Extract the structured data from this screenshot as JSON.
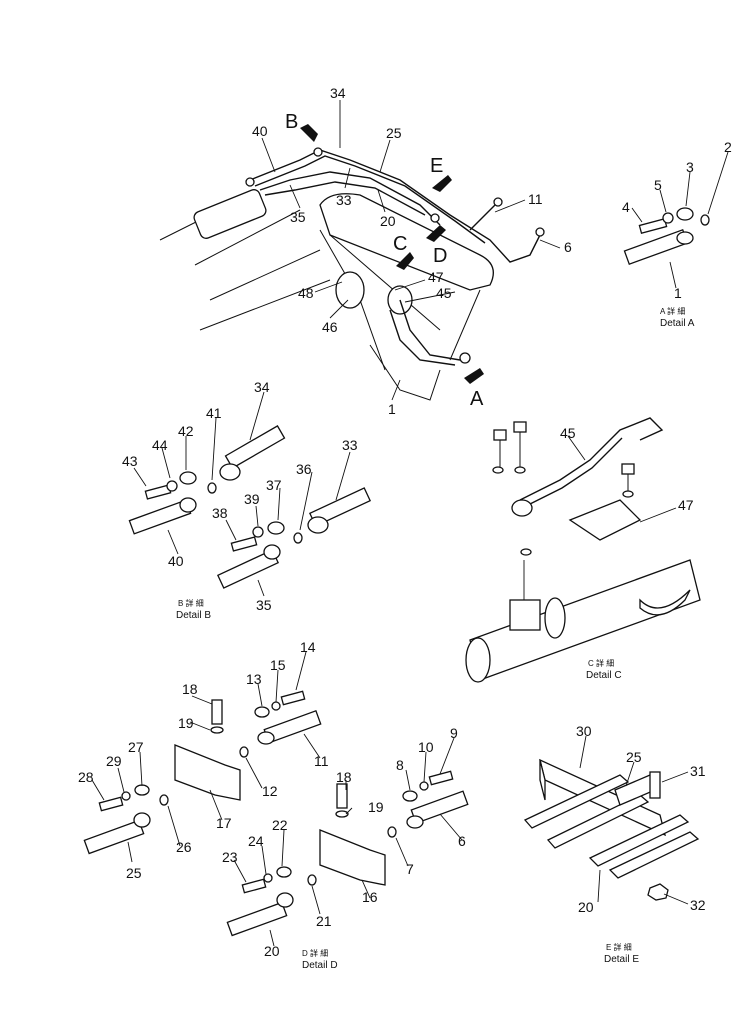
{
  "detail_labels": {
    "A": {
      "kanji": "A 詳 細",
      "en": "Detail A"
    },
    "B": {
      "kanji": "B 詳 細",
      "en": "Detail B"
    },
    "C": {
      "kanji": "C 詳 細",
      "en": "Detail C"
    },
    "D": {
      "kanji": "D 詳 細",
      "en": "Detail D"
    },
    "E": {
      "kanji": "E 詳 細",
      "en": "Detail E"
    }
  },
  "view_letters": [
    "A",
    "B",
    "C",
    "D",
    "E"
  ],
  "callouts": [
    "34",
    "40",
    "25",
    "33",
    "35",
    "20",
    "11",
    "6",
    "45",
    "47",
    "48",
    "46",
    "1",
    "4",
    "5",
    "3",
    "2",
    "1",
    "34",
    "41",
    "42",
    "44",
    "43",
    "40",
    "37",
    "39",
    "38",
    "36",
    "35",
    "33",
    "45",
    "47",
    "18",
    "19",
    "13",
    "15",
    "14",
    "12",
    "11",
    "17",
    "27",
    "29",
    "28",
    "26",
    "25",
    "18",
    "19",
    "10",
    "9",
    "8",
    "6",
    "7",
    "22",
    "24",
    "23",
    "21",
    "16",
    "20",
    "30",
    "25",
    "31",
    "20",
    "32"
  ]
}
